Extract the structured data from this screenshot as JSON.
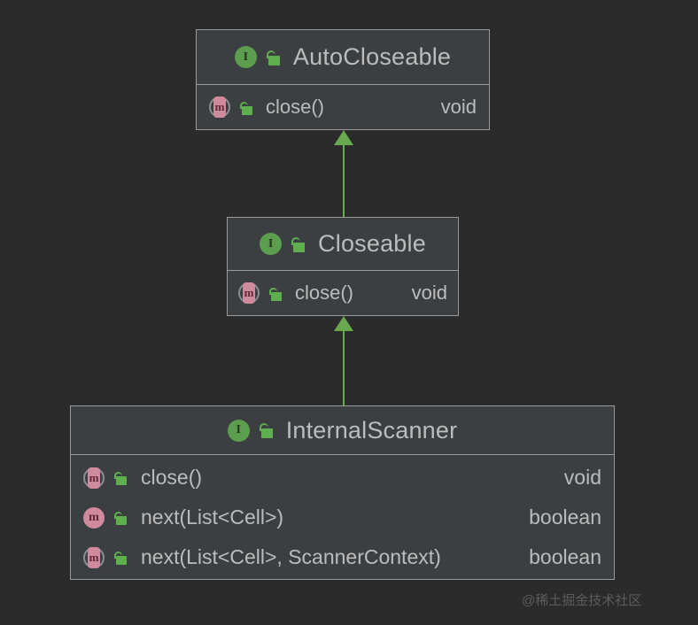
{
  "diagram": {
    "type": "uml-class-diagram",
    "background_color": "#2b2b2b",
    "box_fill_color": "#3c3f41",
    "box_border_color": "#9a9a9a",
    "text_color": "#bcbcbc",
    "arrow_color": "#5faf4e",
    "interface_icon_color": "#5b9e4d",
    "method_icon_color": "#d08a9e",
    "lock_icon_color": "#5faf4e"
  },
  "classes": [
    {
      "name": "AutoCloseable",
      "stereotype_icon": "interface-icon",
      "stereotype_glyph": "I",
      "visibility_icon": "unlocked-padlock-icon",
      "members": [
        {
          "icon": "abstract-method-icon",
          "icon_glyph": "m",
          "visibility_icon": "unlocked-padlock-icon",
          "name": "close()",
          "type": "void"
        }
      ]
    },
    {
      "name": "Closeable",
      "stereotype_icon": "interface-icon",
      "stereotype_glyph": "I",
      "visibility_icon": "unlocked-padlock-icon",
      "members": [
        {
          "icon": "abstract-method-icon",
          "icon_glyph": "m",
          "visibility_icon": "unlocked-padlock-icon",
          "name": "close()",
          "type": "void"
        }
      ]
    },
    {
      "name": "InternalScanner",
      "stereotype_icon": "interface-icon",
      "stereotype_glyph": "I",
      "visibility_icon": "unlocked-padlock-icon",
      "members": [
        {
          "icon": "abstract-method-icon",
          "icon_glyph": "m",
          "visibility_icon": "unlocked-padlock-icon",
          "name": "close()",
          "type": "void"
        },
        {
          "icon": "method-icon",
          "icon_glyph": "m",
          "visibility_icon": "unlocked-padlock-icon",
          "name": "next(List<Cell>)",
          "type": "boolean"
        },
        {
          "icon": "abstract-method-icon",
          "icon_glyph": "m",
          "visibility_icon": "unlocked-padlock-icon",
          "name": "next(List<Cell>, ScannerContext)",
          "type": "boolean"
        }
      ]
    }
  ],
  "relations": [
    {
      "from": "Closeable",
      "to": "AutoCloseable",
      "kind": "generalization"
    },
    {
      "from": "InternalScanner",
      "to": "Closeable",
      "kind": "generalization"
    }
  ],
  "watermark": {
    "text": "@稀土掘金技术社区"
  }
}
